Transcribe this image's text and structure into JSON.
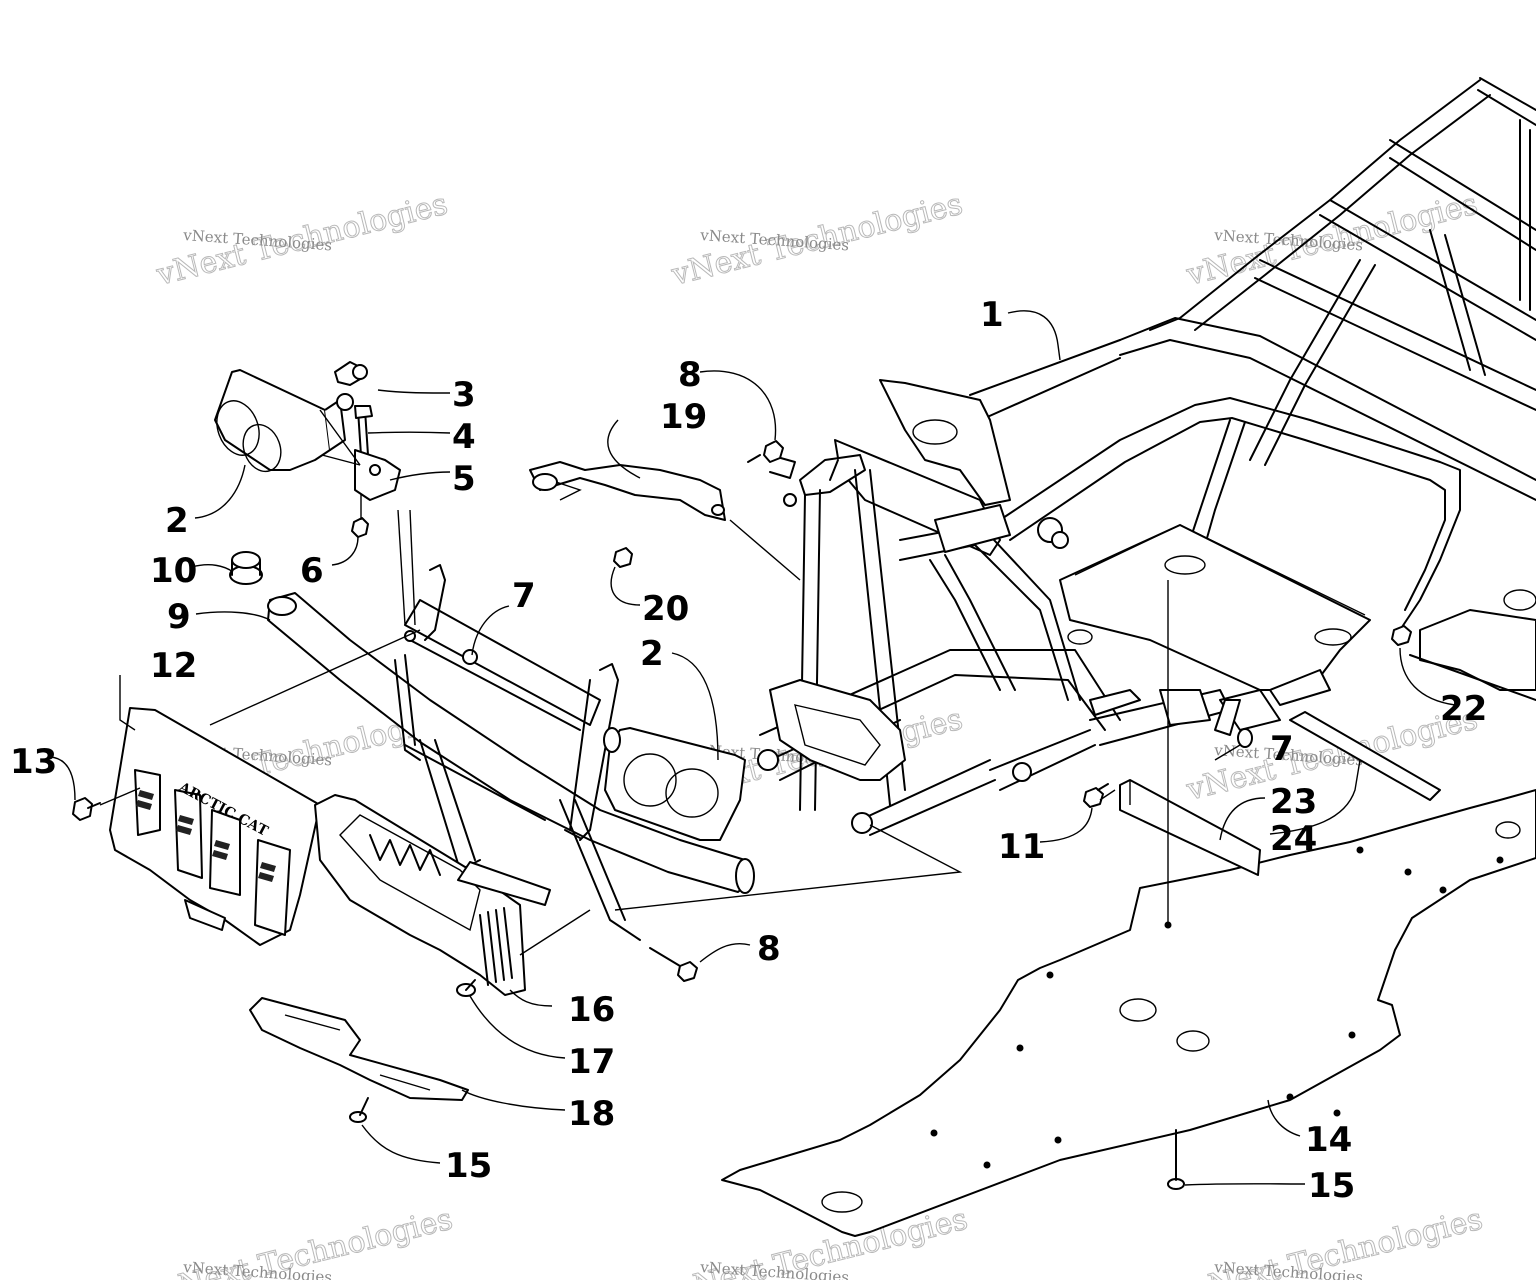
{
  "callouts": {
    "c1": "1",
    "c2a": "2",
    "c2b": "2",
    "c3": "3",
    "c4": "4",
    "c5": "5",
    "c6": "6",
    "c7a": "7",
    "c7b": "7",
    "c8a": "8",
    "c8b": "8",
    "c9": "9",
    "c10": "10",
    "c11": "11",
    "c12": "12",
    "c13": "13",
    "c14": "14",
    "c15a": "15",
    "c15b": "15",
    "c16": "16",
    "c17": "17",
    "c18": "18",
    "c19": "19",
    "c20": "20",
    "c22": "22",
    "c23": "23",
    "c24": "24"
  },
  "grille_logo": "ARCTIC CAT",
  "watermark": {
    "big": "vNext Technologies",
    "small": "vNext Technologies"
  }
}
